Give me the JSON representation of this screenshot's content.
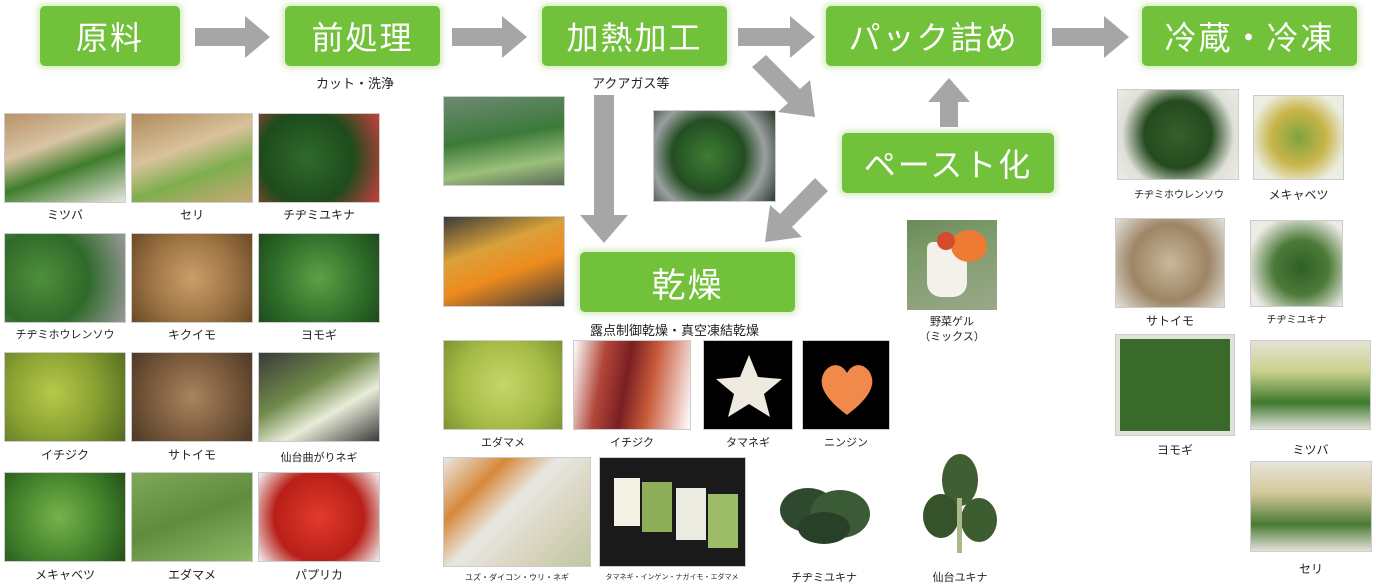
{
  "steps": {
    "raw": "原料",
    "pre": "前処理",
    "heat": "加熱加工",
    "pack": "パック詰め",
    "cold": "冷蔵・冷凍",
    "paste": "ペースト化",
    "dry": "乾燥"
  },
  "subs": {
    "pre": "カット・洗浄",
    "heat": "アクアガス等",
    "dry": "露点制御乾燥・真空凍結乾燥"
  },
  "raw_items": [
    "ミツバ",
    "セリ",
    "チヂミユキナ",
    "チヂミホウレンソウ",
    "キクイモ",
    "ヨモギ",
    "イチジク",
    "サトイモ",
    "仙台曲がりネギ",
    "メキャベツ",
    "エダマメ",
    "パプリカ"
  ],
  "dried_items": [
    "エダマメ",
    "イチジク",
    "タマネギ",
    "ニンジン"
  ],
  "mixed_items": [
    "ユズ・ダイコン・ウリ・ネギ",
    "タマネギ・インゲン・ナガイモ・エダマメ",
    "チヂミユキナ",
    "仙台ユキナ"
  ],
  "gel": {
    "line1": "野菜ゲル",
    "line2": "（ミックス）"
  },
  "frozen_items": [
    "チヂミホウレンソウ",
    "メキャベツ",
    "サトイモ",
    "チヂミユキナ",
    "ヨモギ",
    "ミツバ",
    "セリ"
  ],
  "colors": {
    "accent": "#72c13a",
    "arrow": "#a6a6a6"
  }
}
